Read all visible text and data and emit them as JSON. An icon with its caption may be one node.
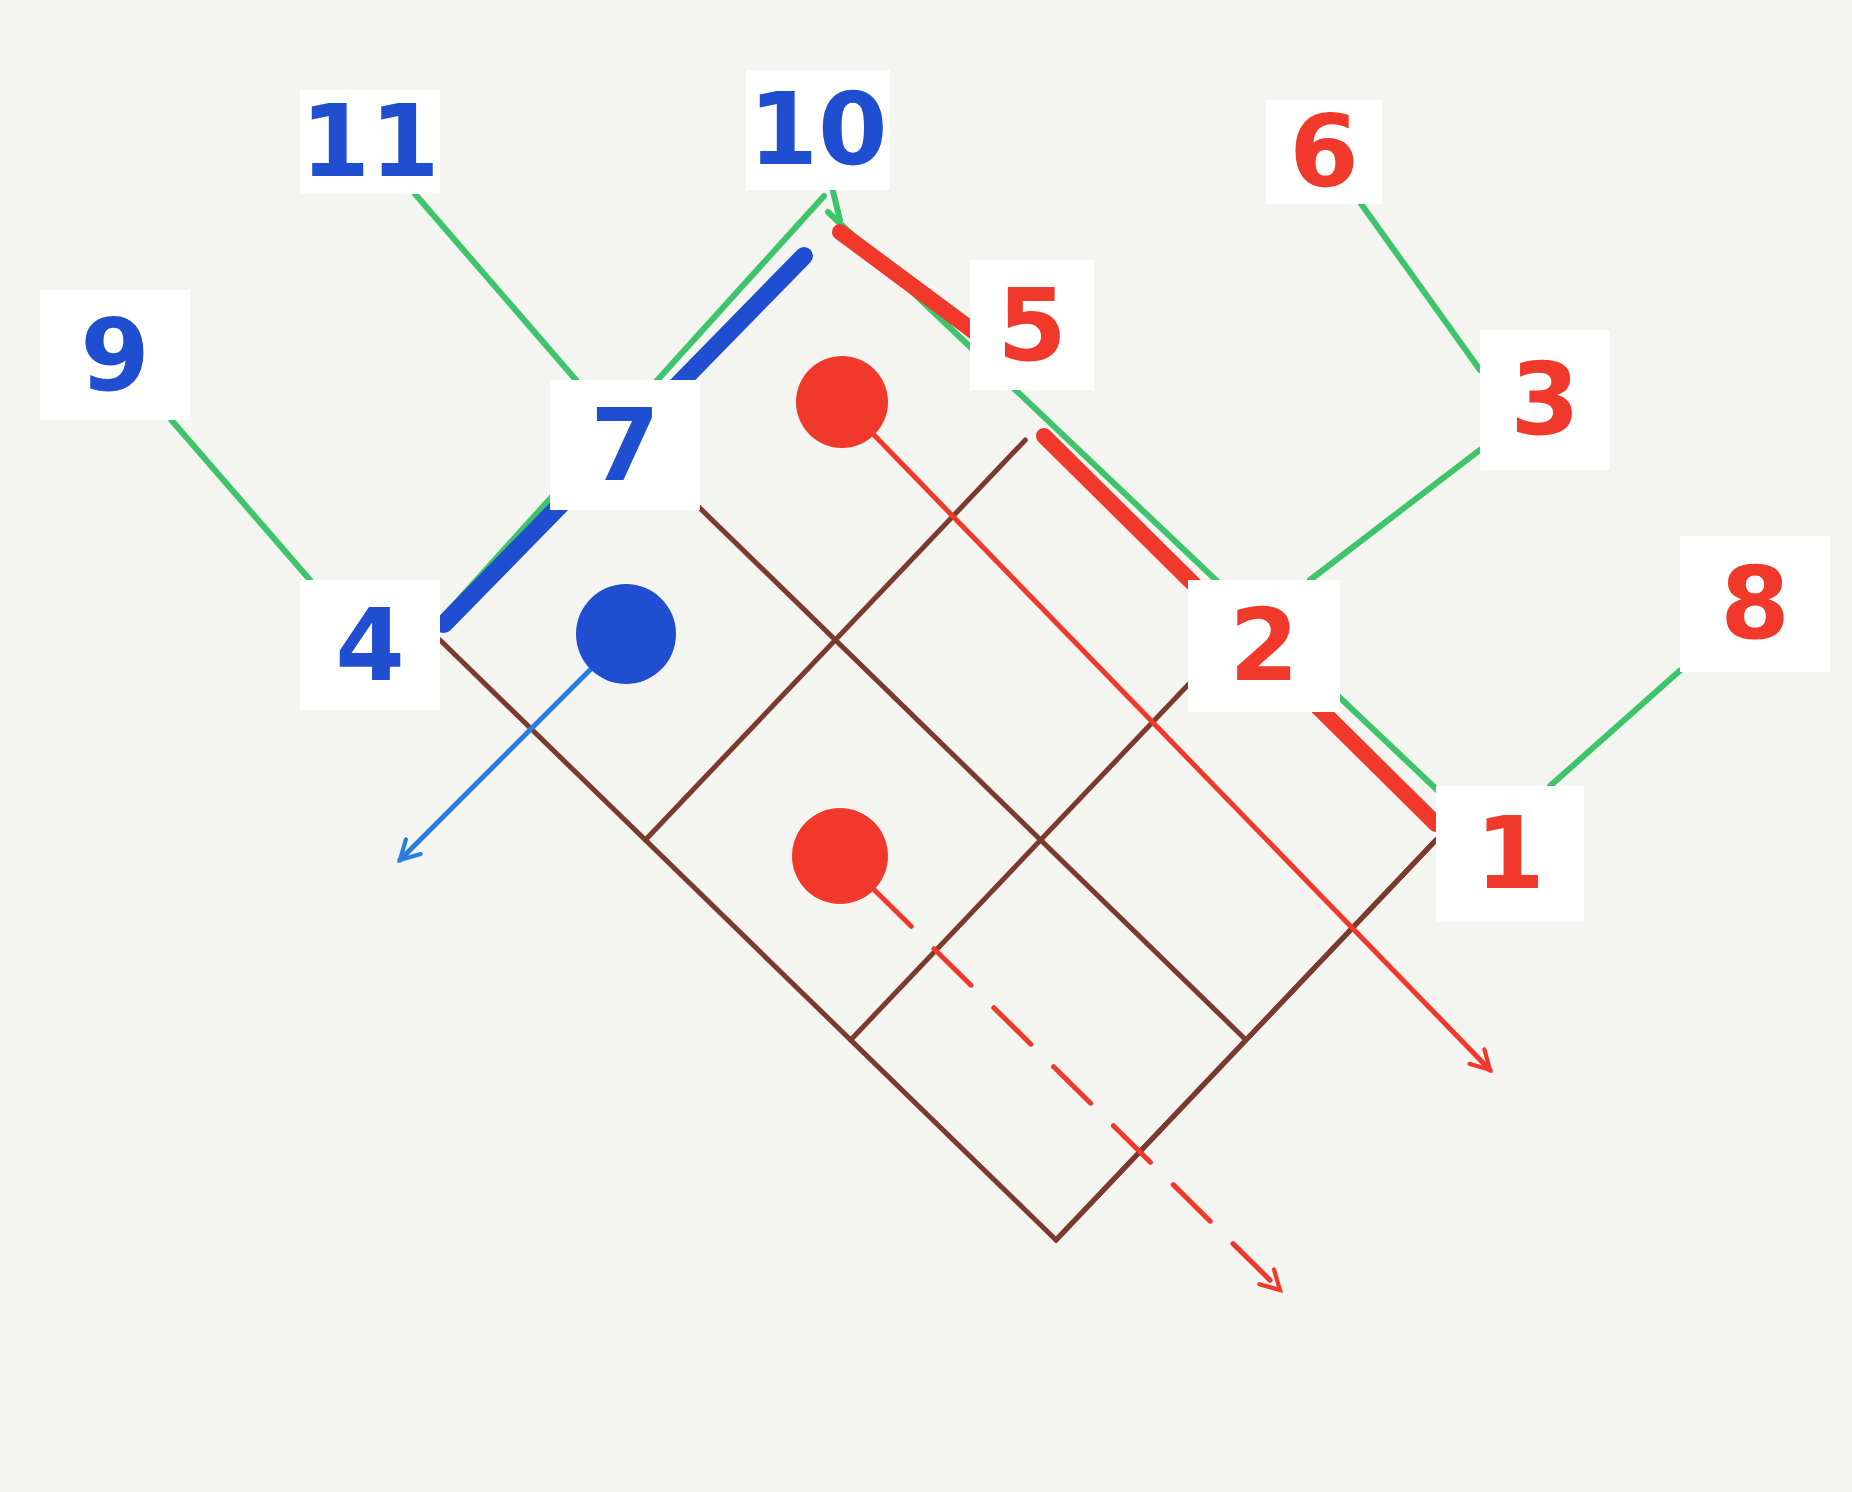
{
  "diagram": {
    "nodes": [
      {
        "text": [
          "11"
        ]
      },
      {
        "text": [
          "10"
        ]
      },
      {
        "text": [
          "6"
        ]
      },
      {
        "text": [
          "9"
        ]
      },
      {
        "text": [
          "3"
        ]
      },
      {
        "text": [
          "8"
        ]
      },
      {
        "text": [
          "5"
        ]
      },
      {
        "text": [
          "7"
        ]
      },
      {
        "text": [
          "4"
        ]
      },
      {
        "text": [
          "2"
        ]
      },
      {
        "text": [
          "1"
        ]
      },
      {
        "text": [],
        "shape": "circle"
      },
      {
        "text": [],
        "shape": "circle"
      },
      {
        "text": [],
        "shape": "circle"
      }
    ],
    "edges": [
      {
        "from": 0,
        "to": 7,
        "arrow": "none"
      },
      {
        "from": 1,
        "to": null,
        "arrow": "none"
      },
      {
        "from": 2,
        "to": 4,
        "arrow": "none"
      },
      {
        "from": 3,
        "to": 8,
        "arrow": "none"
      },
      {
        "from": 4,
        "to": 9,
        "arrow": "none"
      },
      {
        "from": 5,
        "to": 10,
        "arrow": "none"
      },
      {
        "from": 11,
        "to": null,
        "arrow": "to",
        "color": "#f0392b"
      },
      {
        "from": 12,
        "to": null,
        "arrow": "to",
        "color": "#2a7de0"
      },
      {
        "from": 13,
        "to": null,
        "arrow": "to",
        "color": "#f0392b",
        "style": "dashed"
      }
    ]
  }
}
